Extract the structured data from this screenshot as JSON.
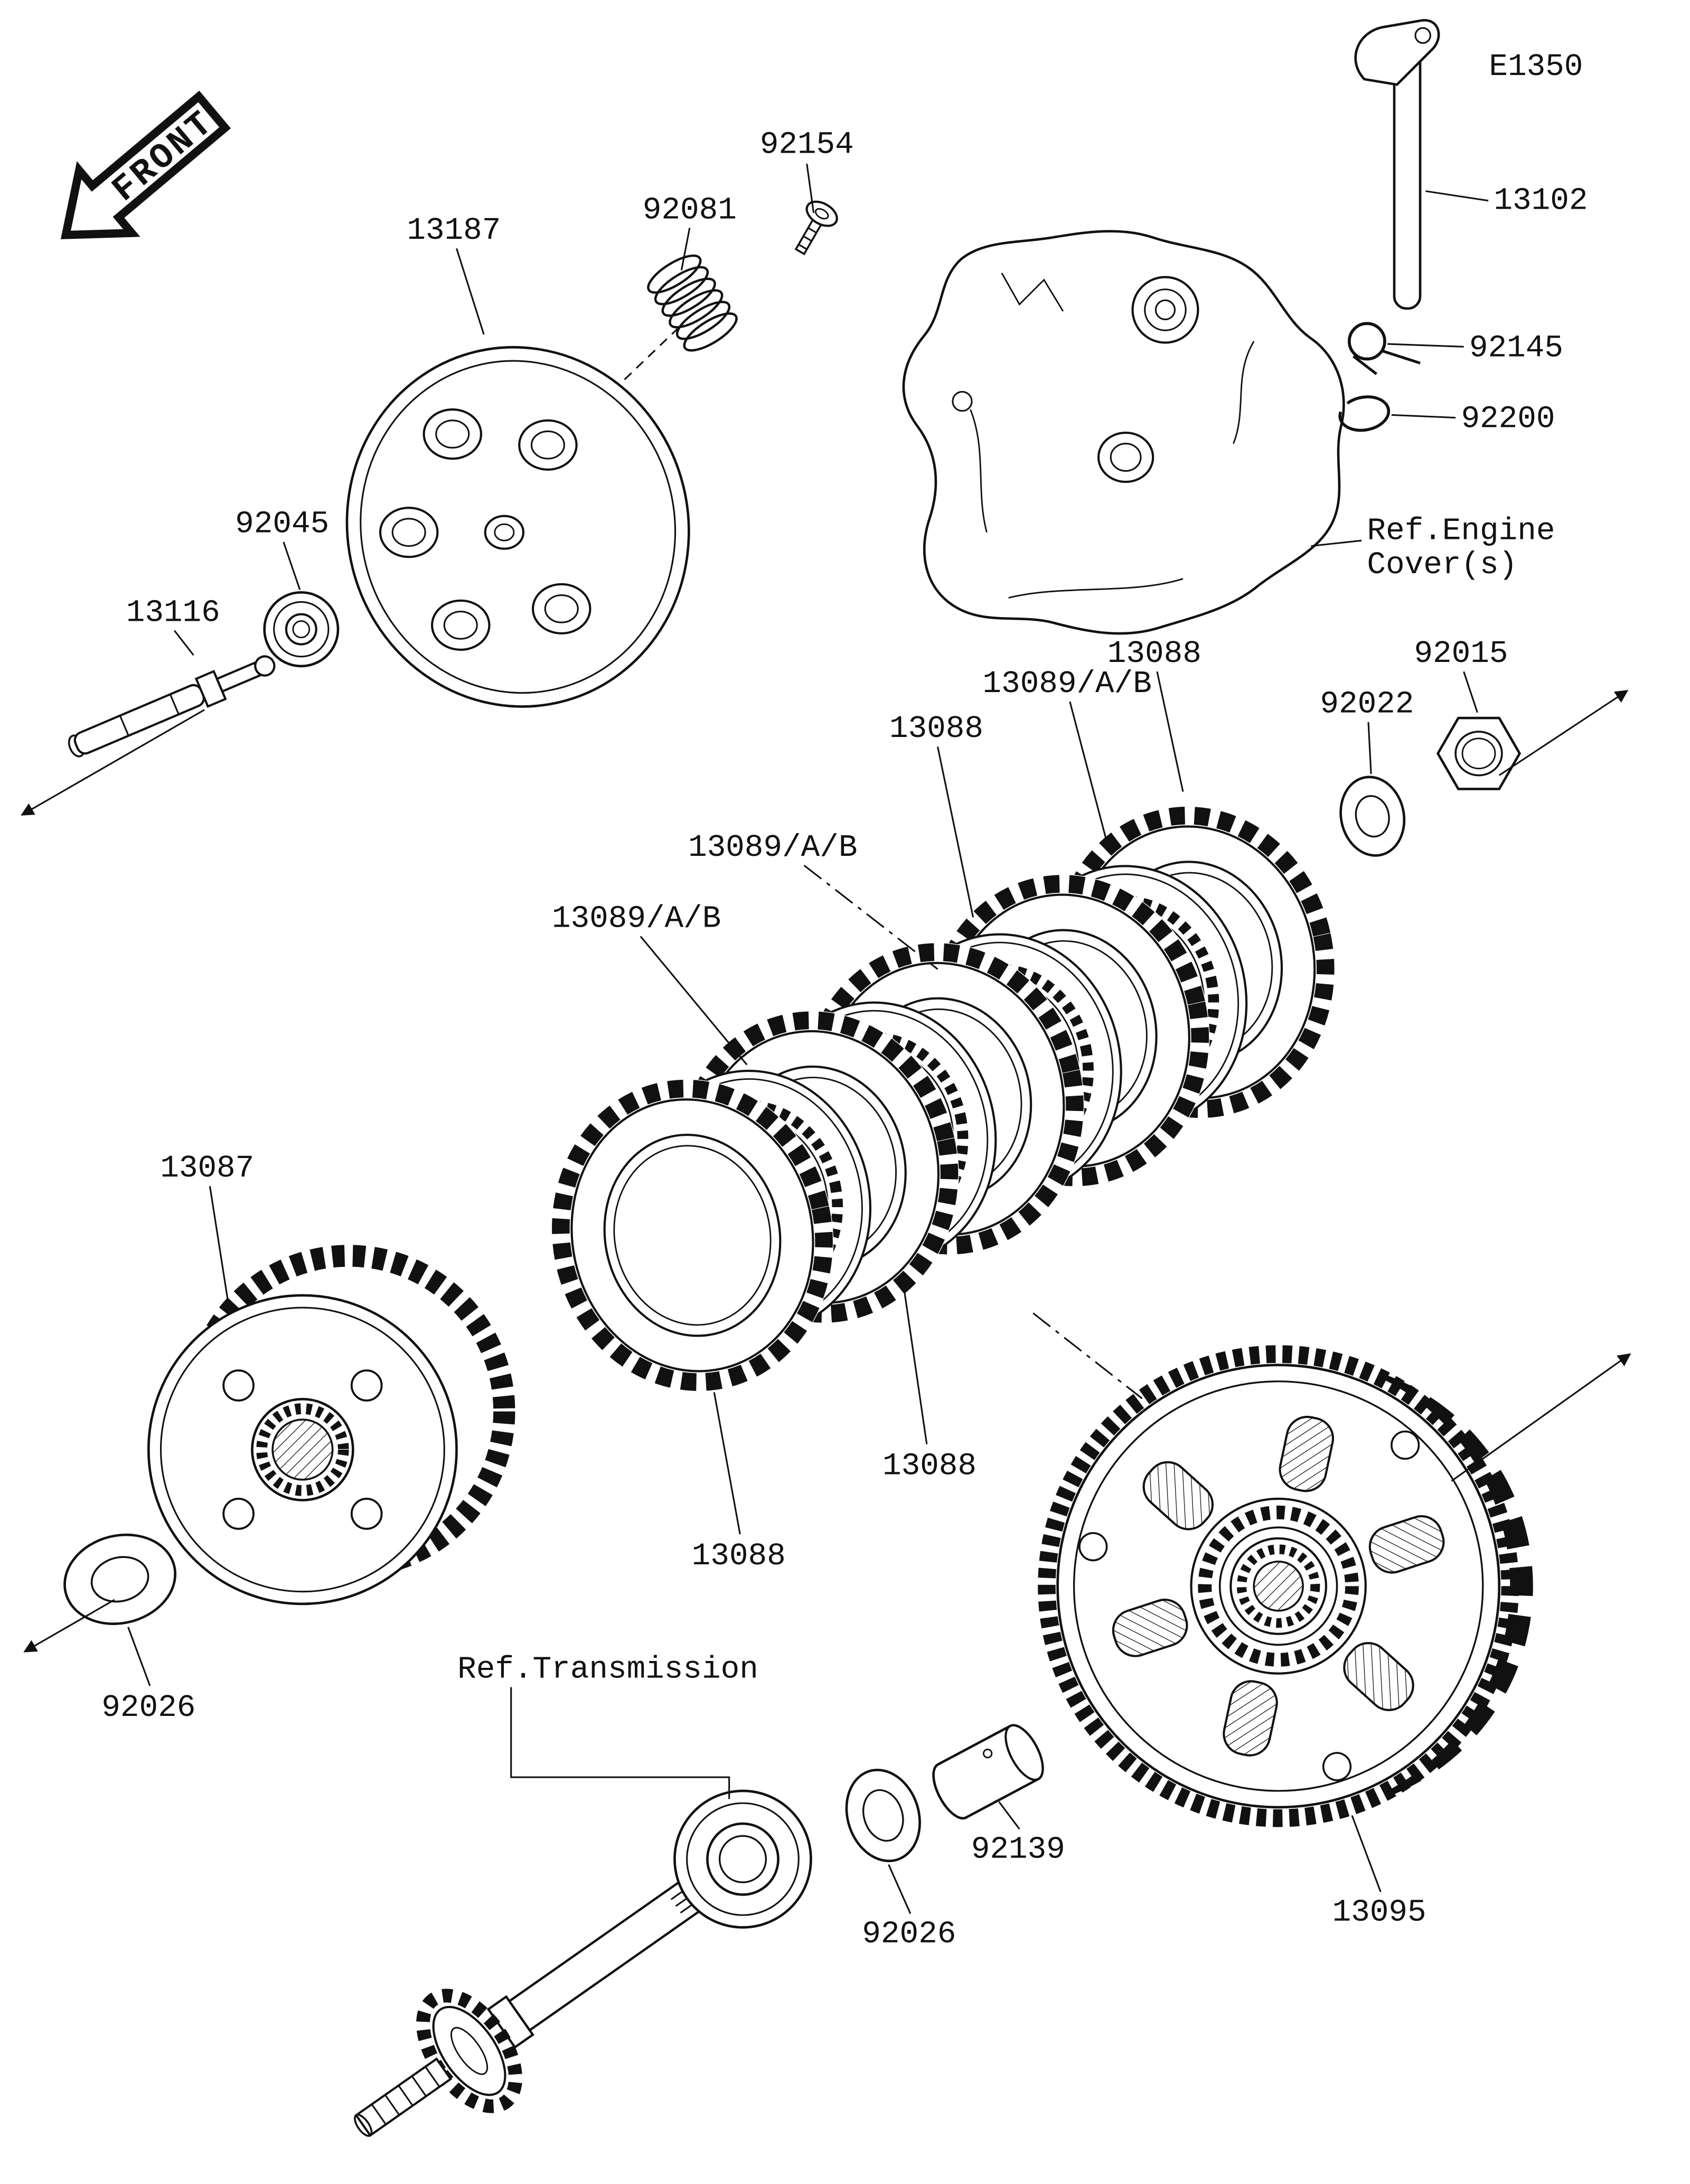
{
  "diagram_code": "E1350",
  "front_marker": {
    "label": "FRONT"
  },
  "refs": {
    "engine_cover_line1": "Ref.Engine",
    "engine_cover_line2": "Cover(s)",
    "transmission": "Ref.Transmission"
  },
  "parts": [
    {
      "number": "92154"
    },
    {
      "number": "92081"
    },
    {
      "number": "13187"
    },
    {
      "number": "13102"
    },
    {
      "number": "92145"
    },
    {
      "number": "92200"
    },
    {
      "number": "92045"
    },
    {
      "number": "13116"
    },
    {
      "number": "13088"
    },
    {
      "number": "13089/A/B"
    },
    {
      "number": "92022"
    },
    {
      "number": "92015"
    },
    {
      "number": "13088"
    },
    {
      "number": "13089/A/B"
    },
    {
      "number": "13089/A/B"
    },
    {
      "number": "13087"
    },
    {
      "number": "13088"
    },
    {
      "number": "13088"
    },
    {
      "number": "92026"
    },
    {
      "number": "92139"
    },
    {
      "number": "92026"
    },
    {
      "number": "13095"
    }
  ]
}
